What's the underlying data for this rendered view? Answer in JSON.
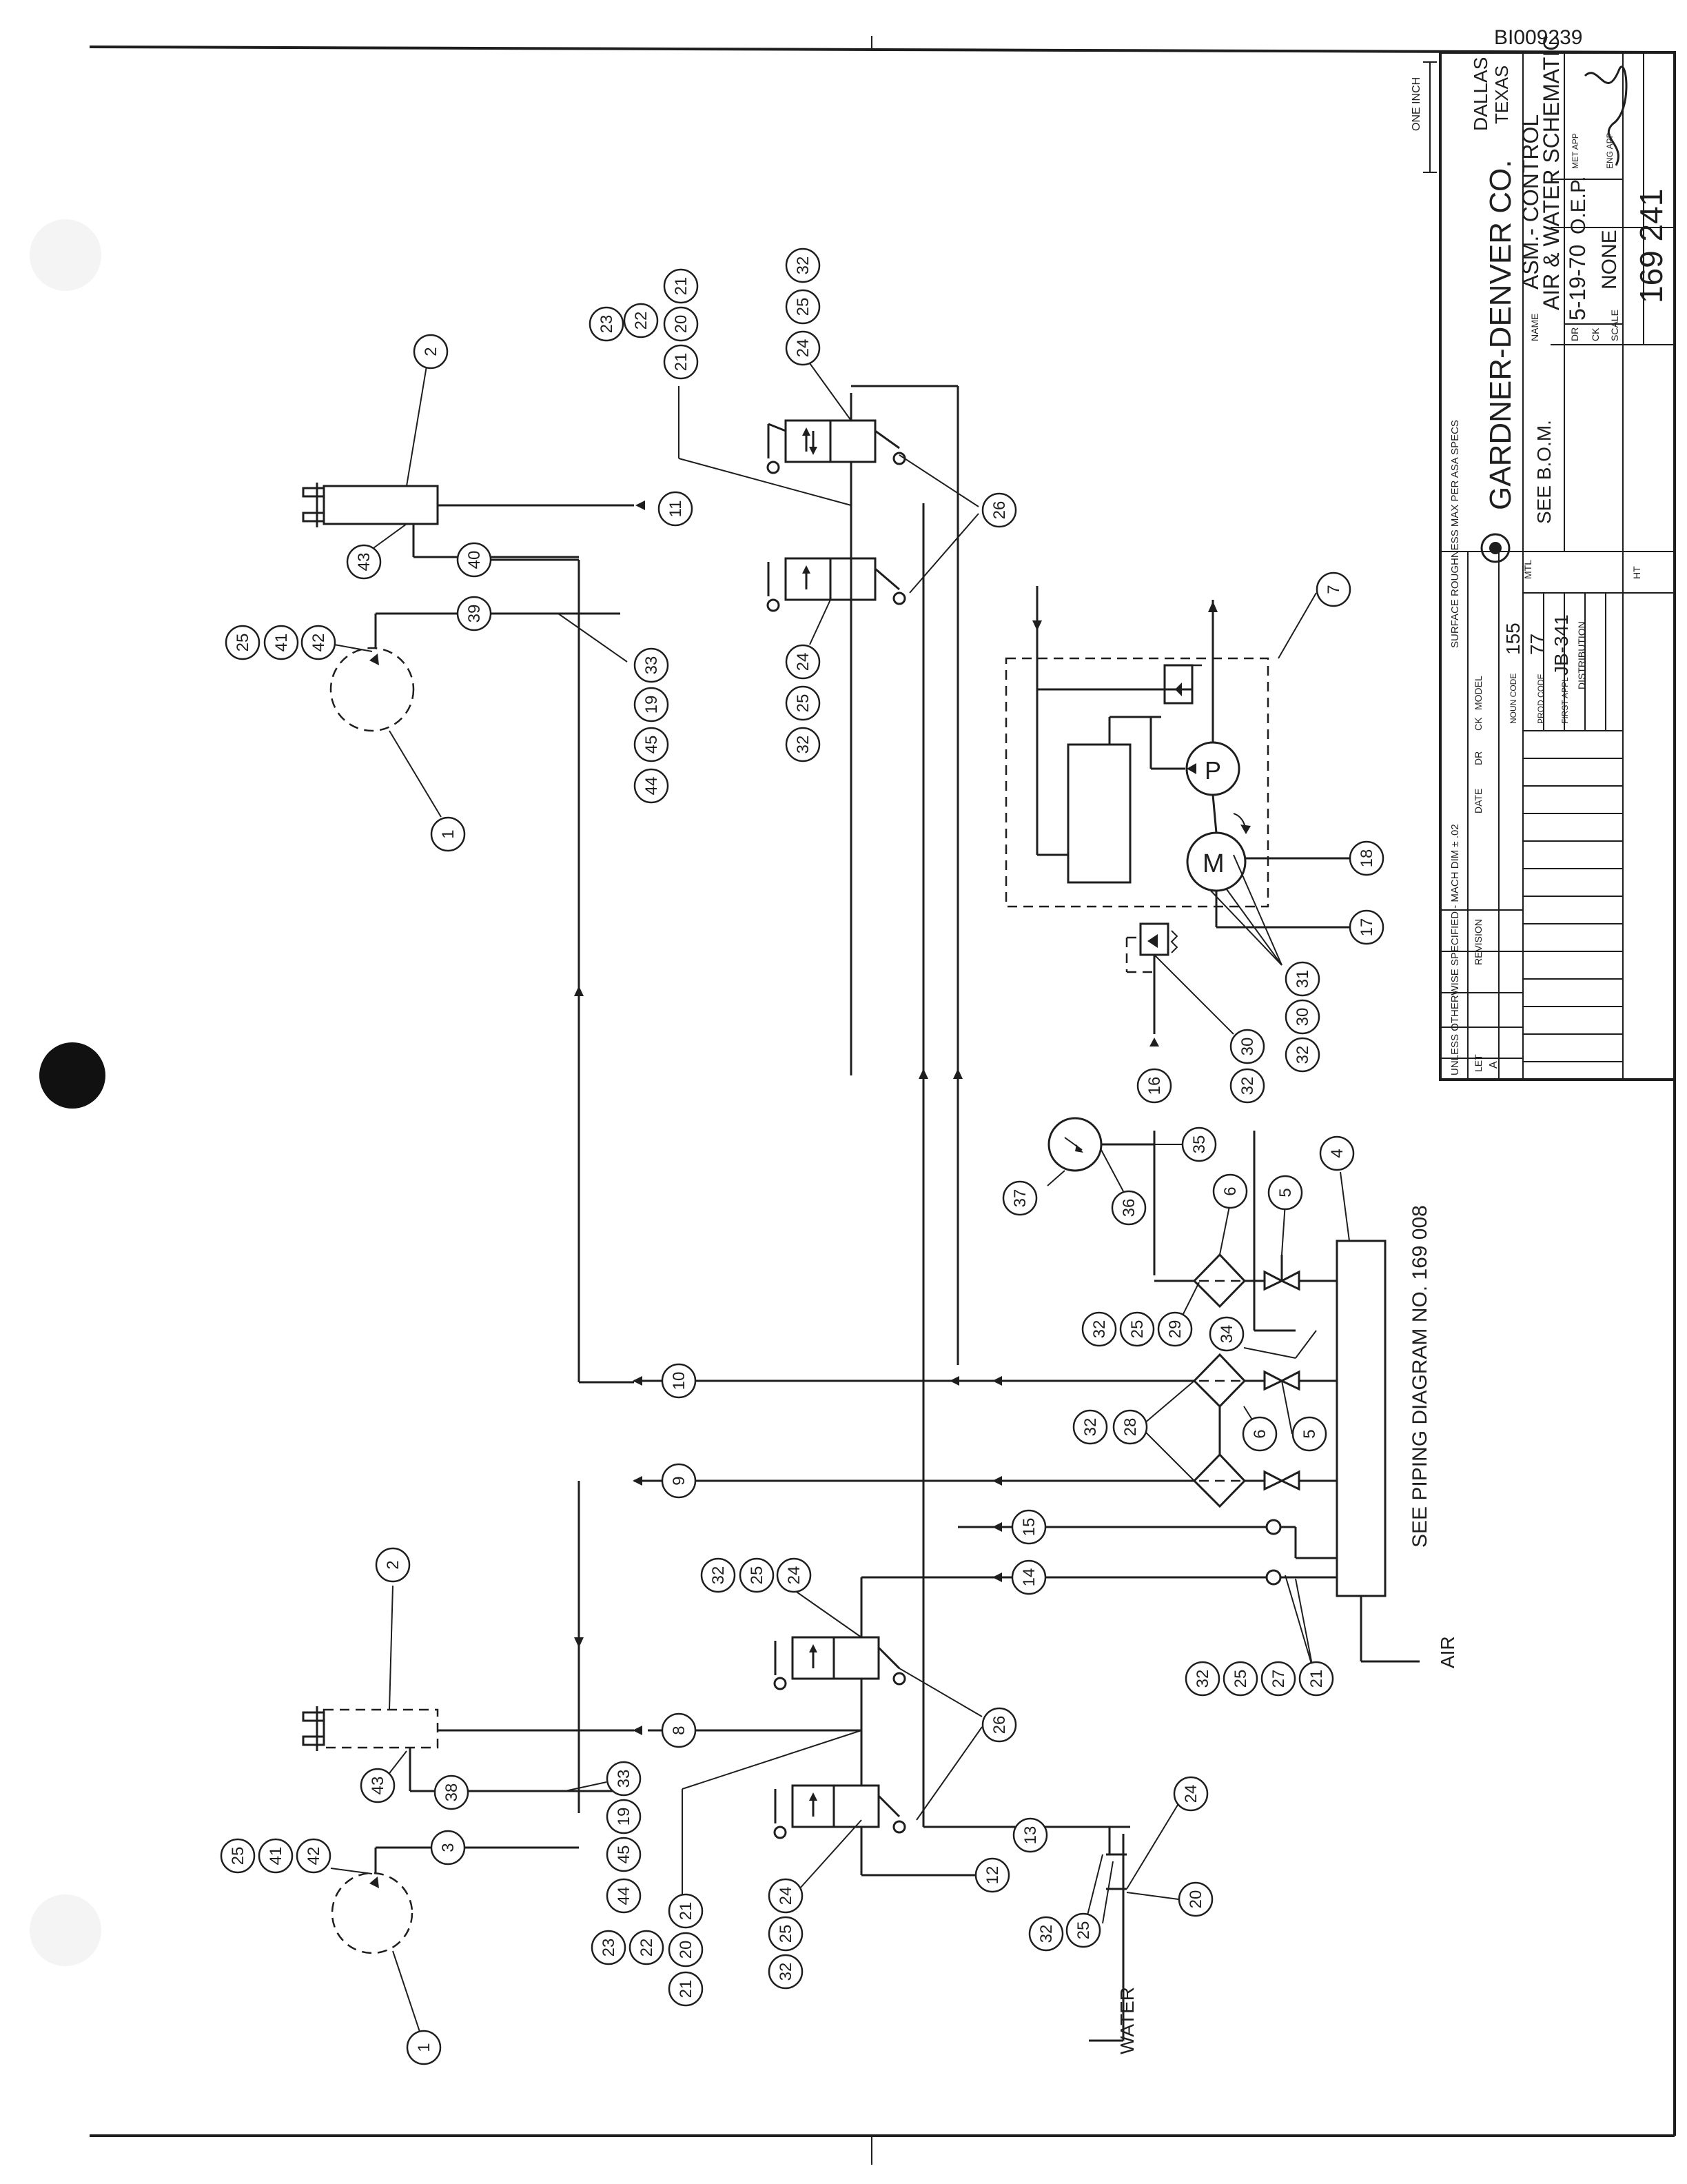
{
  "drawing": {
    "doc_id": "BI009239",
    "note_piping": "SEE PIPING DIAGRAM NO. 169 008",
    "label_air": "AIR",
    "label_water": "WATER",
    "valve_pump": "P",
    "valve_motor": "M"
  },
  "balloons_left": {
    "b1a": "1",
    "b2a": "2",
    "b43a": "43",
    "b40": "40",
    "b39": "39",
    "b25a": "25",
    "b41a": "41",
    "b42a": "42",
    "b44a": "44",
    "b45a": "45",
    "b19a": "19",
    "b33a": "33",
    "b11": "11",
    "b23a": "23",
    "b22a": "22",
    "b21a": "21",
    "b20a": "20",
    "b21b": "21",
    "b24a": "24",
    "b25b": "25",
    "b32a": "32",
    "b32b": "32",
    "b25c": "25",
    "b24b": "24",
    "b26a": "26"
  },
  "balloons_right": {
    "b1b": "1",
    "b2b": "2",
    "b43b": "43",
    "b38": "38",
    "b3": "3",
    "b25d": "25",
    "b41b": "41",
    "b42b": "42",
    "b44b": "44",
    "b45b": "45",
    "b19b": "19",
    "b33b": "33",
    "b8": "8",
    "b23b": "23",
    "b22b": "22",
    "b21c": "21",
    "b20b": "20",
    "b21d": "21",
    "b32c": "32",
    "b25e": "25",
    "b24c": "24",
    "b32d": "32",
    "b25f": "25",
    "b24d": "24",
    "b26b": "26",
    "b12": "12",
    "b13": "13",
    "b32e": "32",
    "b25g": "25",
    "b24e": "24",
    "b20c": "20"
  },
  "balloons_center": {
    "b10": "10",
    "b9": "9",
    "b14": "14",
    "b15": "15",
    "b32f": "32",
    "b25h": "25",
    "b27": "27",
    "b21e": "21",
    "b32g": "32",
    "b28": "28",
    "b6a": "6",
    "b5a": "5",
    "b32h": "32",
    "b25i": "25",
    "b29": "29",
    "b34": "34",
    "b6b": "6",
    "b5b": "5",
    "b4": "4",
    "b37": "37",
    "b36": "36",
    "b35": "35",
    "b16": "16",
    "b32i": "32",
    "b30a": "30",
    "b32j": "32",
    "b30b": "30",
    "b31": "31",
    "b17": "17",
    "b18": "18",
    "b7": "7"
  },
  "title_block": {
    "one_inch": "ONE INCH",
    "company": "GARDNER-DENVER CO.",
    "city": "DALLAS",
    "state": "TEXAS",
    "name_label": "NAME",
    "name_line1": "ASM.- CONTROL",
    "name_line2": "AIR & WATER SCHEMATIC",
    "mtl_label": "MTL",
    "mtl_value": "SEE B.O.M.",
    "dr_label": "DR",
    "dr_value": "5-19-70",
    "dr_initials": "O.E.P.",
    "ck_label": "CK",
    "scale_label": "SCALE",
    "scale_value": "NONE",
    "ht_label": "HT",
    "drawing_number": "169 241",
    "met_app": "MET APP",
    "eng_app": "ENG APP",
    "surface_note": "SURFACE ROUGHNESS MAX PER ASA SPECS",
    "spec_note": "UNLESS OTHERWISE SPECIFIED - MACH DIM ± .02",
    "let_label": "LET",
    "let_value": "A",
    "revision_label": "REVISION",
    "date_label": "DATE",
    "dr_col_label": "DR",
    "ck_col_label": "CK",
    "model_label": "MODEL",
    "noun_code_label": "NOUN CODE",
    "noun_code_value": "155",
    "prod_code_label": "PROD CODE",
    "prod_code_value": "77",
    "first_appl_label": "FIRST APPL",
    "first_appl_value": "JB-341",
    "distribution_label": "DISTRIBUTION"
  }
}
